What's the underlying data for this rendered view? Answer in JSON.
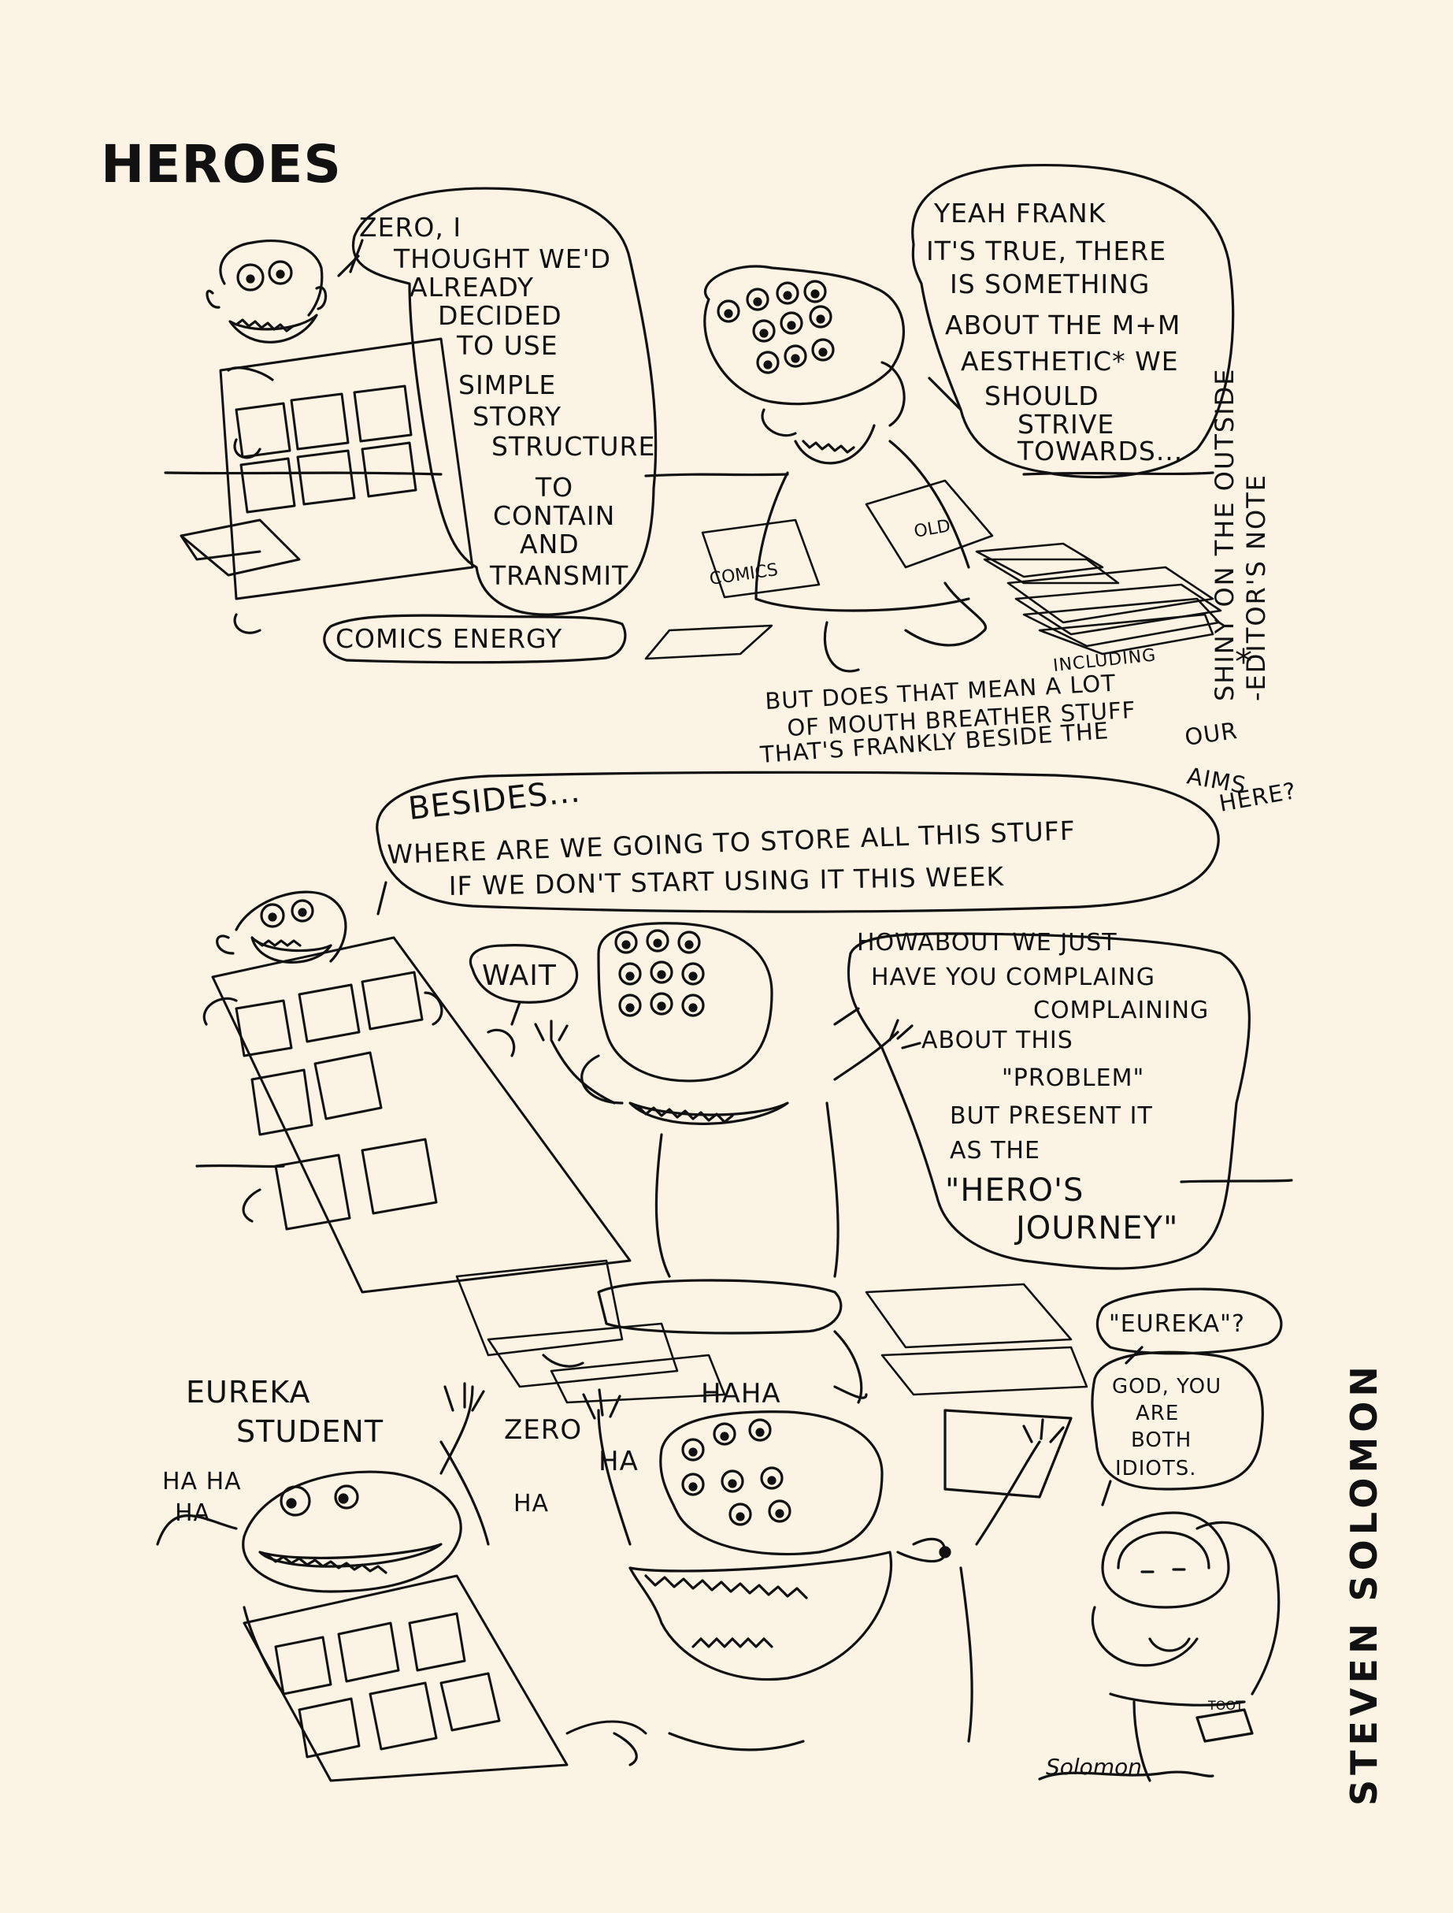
{
  "title": "HEROES",
  "credit": "STEVEN SOLOMON",
  "signature": "Solomon",
  "editor_note": {
    "marker": "*",
    "line1": "SHINY ON THE OUTSIDE",
    "line2": "-EDITOR'S NOTE"
  },
  "panel1": {
    "zero_bubble": [
      "ZERO, I",
      "THOUGHT WE'D",
      "ALREADY",
      "DECIDED",
      "TO USE",
      "SIMPLE",
      "STORY",
      "STRUCTURE",
      "TO",
      "CONTAIN",
      "AND",
      "TRANSMIT"
    ],
    "comics_energy": "COMICS ENERGY",
    "frank_bubble": [
      "YEAH FRANK",
      "IT'S TRUE, THERE",
      "IS SOMETHING",
      "ABOUT THE M+M",
      "AESTHETIC* WE",
      "SHOULD",
      "STRIVE",
      "TOWARDS..."
    ],
    "comics_label": "COMICS",
    "old_label": "OLD",
    "caption": [
      "BUT DOES THAT MEAN A LOT",
      "OF MOUTH BREATHER STUFF",
      "THAT'S FRANKLY BESIDE THE"
    ],
    "caption_insert": "INCLUDING",
    "caption_tail": [
      "OUR",
      "AIMS",
      "HERE?"
    ]
  },
  "panel2": {
    "besides_bubble": [
      "BESIDES...",
      "WHERE ARE WE GOING TO STORE ALL THIS STUFF",
      "IF WE DON'T START USING IT THIS WEEK"
    ],
    "wait": "WAIT",
    "howabout_bubble": [
      "HOWABOUT WE JUST",
      "HAVE YOU COMPLAING",
      "COMPLAINING",
      "ABOUT THIS",
      "\"PROBLEM\"",
      "BUT PRESENT IT",
      "AS THE",
      "\"HERO'S",
      "JOURNEY\""
    ]
  },
  "panel3": {
    "eureka_q": "\"EUREKA\"?",
    "eureka_student": [
      "EUREKA",
      "STUDENT"
    ],
    "zero_label": "ZERO",
    "laughs_left": [
      "HA HA",
      "HA"
    ],
    "laugh_mid": "HA",
    "laugh_top": "HAHA",
    "laugh_right": "HA",
    "god_bubble": [
      "GOD, YOU",
      "ARE",
      "BOTH",
      "IDIOTS."
    ],
    "toot": "TOOT"
  }
}
